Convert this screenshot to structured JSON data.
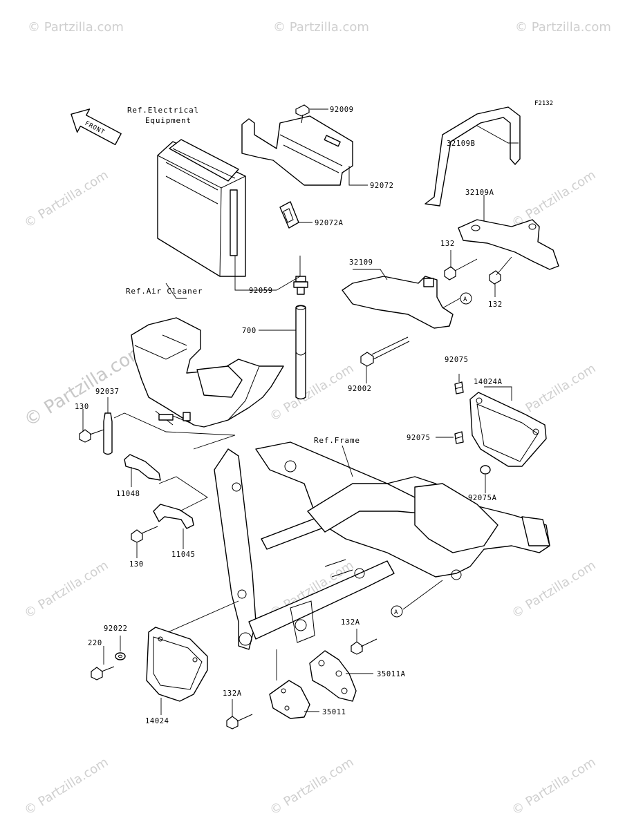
{
  "figure_code": "F2132",
  "front_label": "FRONT",
  "watermark": "© Partzilla.com",
  "references": {
    "electrical": "Ref.Electrical Equipment",
    "electrical_line1": "Ref.Electrical",
    "electrical_line2": "Equipment",
    "air_cleaner": "Ref.Air Cleaner",
    "frame": "Ref.Frame"
  },
  "callouts": [
    {
      "id": "92009",
      "text": "92009"
    },
    {
      "id": "92072",
      "text": "92072"
    },
    {
      "id": "92072A",
      "text": "92072A"
    },
    {
      "id": "32109B",
      "text": "32109B"
    },
    {
      "id": "32109A",
      "text": "32109A"
    },
    {
      "id": "132-a",
      "text": "132"
    },
    {
      "id": "132-b",
      "text": "132"
    },
    {
      "id": "32109",
      "text": "32109"
    },
    {
      "id": "92059",
      "text": "92059"
    },
    {
      "id": "700",
      "text": "700"
    },
    {
      "id": "92002",
      "text": "92002"
    },
    {
      "id": "92075-a",
      "text": "92075"
    },
    {
      "id": "14024A",
      "text": "14024A"
    },
    {
      "id": "92075-b",
      "text": "92075"
    },
    {
      "id": "92075A",
      "text": "92075A"
    },
    {
      "id": "92037",
      "text": "92037"
    },
    {
      "id": "130-a",
      "text": "130"
    },
    {
      "id": "11048",
      "text": "11048"
    },
    {
      "id": "11045",
      "text": "11045"
    },
    {
      "id": "130-b",
      "text": "130"
    },
    {
      "id": "92022",
      "text": "92022"
    },
    {
      "id": "220",
      "text": "220"
    },
    {
      "id": "14024",
      "text": "14024"
    },
    {
      "id": "132A-a",
      "text": "132A"
    },
    {
      "id": "35011A",
      "text": "35011A"
    },
    {
      "id": "132A-b",
      "text": "132A"
    },
    {
      "id": "35011",
      "text": "35011"
    }
  ],
  "markers": [
    {
      "id": "A-top",
      "text": "A"
    },
    {
      "id": "A-bottom",
      "text": "A"
    }
  ]
}
